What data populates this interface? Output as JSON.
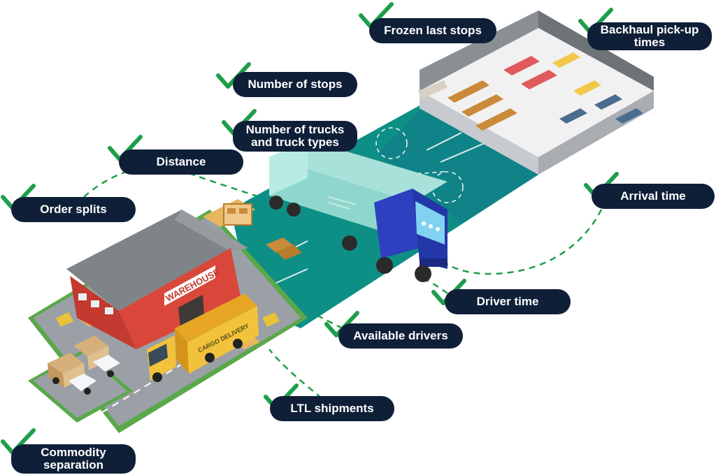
{
  "labels": {
    "frozen_last_stops": "Frozen last stops",
    "backhaul_pickup_times": "Backhaul pick-up\ntimes",
    "number_of_stops": "Number of stops",
    "number_of_trucks": "Number of trucks\nand truck types",
    "distance": "Distance",
    "order_splits": "Order splits",
    "arrival_time": "Arrival time",
    "driver_time": "Driver time",
    "available_drivers": "Available drivers",
    "ltl_shipments": "LTL shipments",
    "commodity_separation": "Commodity\nseparation"
  },
  "signs": {
    "warehouse": "WAREHOUSE",
    "cargo_delivery": "CARGO DELIVERY"
  },
  "colors": {
    "pill": "#0f1f38",
    "check": "#1d9e4a",
    "road": "#0e8f86",
    "road_dark": "#137a8a",
    "dash": "#1d9e4a"
  },
  "icons": {
    "check": "check-icon"
  }
}
